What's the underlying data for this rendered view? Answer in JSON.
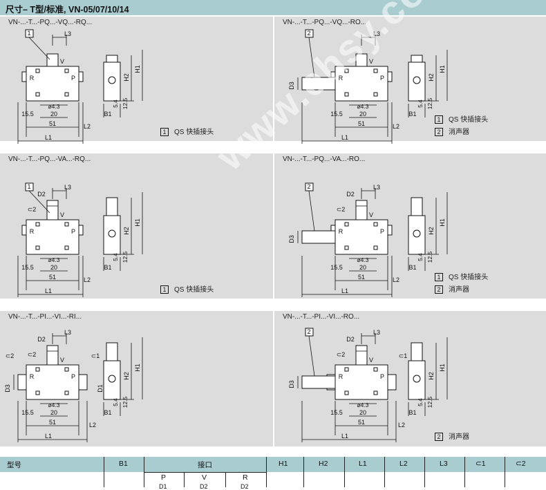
{
  "header": {
    "title": "尺寸– T型/标准, VN-05/07/10/14"
  },
  "panels": [
    {
      "subtitle": "VN-...-T...-PQ...-VQ...-RQ...",
      "legend": [
        {
          "num": "1",
          "text": "QS 快插接头"
        }
      ]
    },
    {
      "subtitle": "VN-...-T...-PQ...-VQ...-RO...",
      "legend": [
        {
          "num": "1",
          "text": "QS 快插接头"
        },
        {
          "num": "2",
          "text": "消声器"
        }
      ]
    },
    {
      "subtitle": "VN-...-T...-PQ...-VA...-RQ...",
      "legend": [
        {
          "num": "1",
          "text": "QS 快插接头"
        }
      ]
    },
    {
      "subtitle": "VN-...-T...-PQ...-VA...-RO...",
      "legend": [
        {
          "num": "1",
          "text": "QS 快插接头"
        },
        {
          "num": "2",
          "text": "消声器"
        }
      ]
    },
    {
      "subtitle": "VN-...-T...-PI...-VI...-RI...",
      "legend": []
    },
    {
      "subtitle": "VN-...-T...-PI...-VI...-RO...",
      "legend": [
        {
          "num": "2",
          "text": "消声器"
        }
      ]
    }
  ],
  "drawing_labels": {
    "port_r": "R",
    "port_p": "P",
    "port_v": "V",
    "dim_l1": "L1",
    "dim_l2": "L2",
    "dim_l3": "L3",
    "dim_h1": "H1",
    "dim_h2": "H2",
    "dim_b1": "B1",
    "dim_d1": "D1",
    "dim_d2": "D2",
    "dim_d3": "D3",
    "dim_51": "51",
    "dim_20": "20",
    "dim_15_5": "15.5",
    "dim_4_3": "⌀4.3",
    "dim_5_4": "5.4",
    "dim_12_5": "12.5",
    "dim_c1": "⊂1",
    "dim_c2": "⊂2"
  },
  "table": {
    "headers": [
      "型号",
      "B1",
      "接口",
      "H1",
      "H2",
      "L1",
      "L2",
      "L3",
      "⊂1",
      "⊂2"
    ],
    "port_sub": [
      "P",
      "V",
      "R"
    ],
    "partial_row": [
      "D1",
      "D2",
      "D2"
    ]
  },
  "watermark": "www.ehsy.com",
  "colors": {
    "header_bg": "#a9ccd1",
    "panel_bg": "#dcdcdc",
    "line": "#111111"
  }
}
